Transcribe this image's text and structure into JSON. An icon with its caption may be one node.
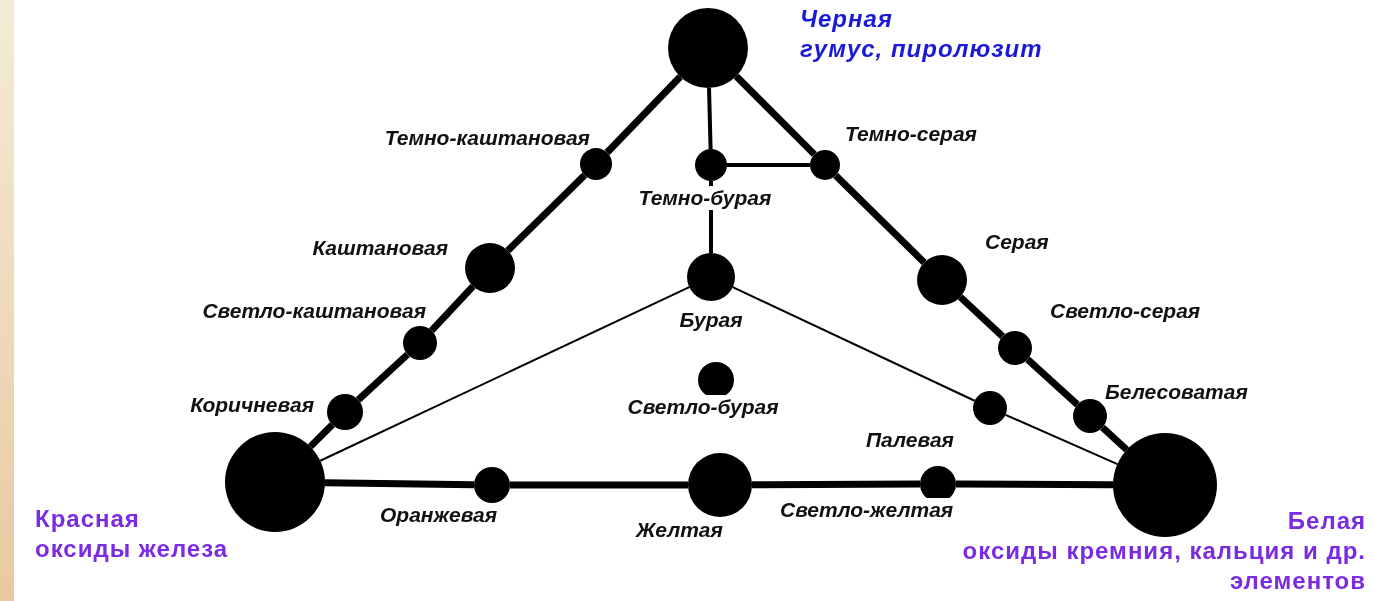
{
  "diagram": {
    "nodes": [
      {
        "text": [],
        "shape": "circle",
        "beside": [
          "Черная",
          "гумус, пиролюзит"
        ]
      },
      {
        "text": [],
        "shape": "circle",
        "beside": [
          "Темно-каштановая"
        ]
      },
      {
        "text": [],
        "shape": "circle",
        "beside": [
          "Темно-бурая"
        ]
      },
      {
        "text": [],
        "shape": "circle",
        "beside": [
          "Темно-серая"
        ]
      },
      {
        "text": [],
        "shape": "circle",
        "beside": [
          "Каштановая"
        ]
      },
      {
        "text": [],
        "shape": "circle",
        "beside": [
          "Бурая"
        ]
      },
      {
        "text": [],
        "shape": "circle",
        "beside": [
          "Серая"
        ]
      },
      {
        "text": [],
        "shape": "circle",
        "beside": [
          "Светло-каштановая"
        ]
      },
      {
        "text": [],
        "shape": "circle",
        "beside": [
          "Светло-серая"
        ]
      },
      {
        "text": [],
        "shape": "circle",
        "beside": [
          "Светло-бурая"
        ]
      },
      {
        "text": [],
        "shape": "circle",
        "beside": [
          "Коричневая"
        ]
      },
      {
        "text": [],
        "shape": "circle",
        "beside": [
          "Палевая"
        ]
      },
      {
        "text": [],
        "shape": "circle",
        "beside": [
          "Белесоватая"
        ]
      },
      {
        "text": [],
        "shape": "circle",
        "beside": [
          "Красная",
          "оксиды железа"
        ]
      },
      {
        "text": [],
        "shape": "circle",
        "beside": [
          "Оранжевая"
        ]
      },
      {
        "text": [],
        "shape": "circle",
        "beside": [
          "Желтая"
        ]
      },
      {
        "text": [],
        "shape": "circle",
        "beside": [
          "Светло-желтая"
        ]
      },
      {
        "text": [],
        "shape": "circle",
        "beside": [
          "Белая",
          "оксиды кремния, кальция и др. элементов"
        ]
      }
    ],
    "edges": [
      {
        "from": 0,
        "to": 1,
        "arrow": "none"
      },
      {
        "from": 1,
        "to": 4,
        "arrow": "none"
      },
      {
        "from": 4,
        "to": 7,
        "arrow": "none"
      },
      {
        "from": 7,
        "to": 10,
        "arrow": "none"
      },
      {
        "from": 10,
        "to": 13,
        "arrow": "none"
      },
      {
        "from": 0,
        "to": 3,
        "arrow": "none"
      },
      {
        "from": 3,
        "to": 6,
        "arrow": "none"
      },
      {
        "from": 6,
        "to": 8,
        "arrow": "none"
      },
      {
        "from": 8,
        "to": 12,
        "arrow": "none"
      },
      {
        "from": 12,
        "to": 17,
        "arrow": "none"
      },
      {
        "from": 13,
        "to": 14,
        "arrow": "none"
      },
      {
        "from": 14,
        "to": 15,
        "arrow": "none"
      },
      {
        "from": 15,
        "to": 16,
        "arrow": "none"
      },
      {
        "from": 16,
        "to": 17,
        "arrow": "none"
      },
      {
        "from": 0,
        "to": 2,
        "arrow": "none"
      },
      {
        "from": 2,
        "to": 5,
        "arrow": "none"
      },
      {
        "from": 2,
        "to": 3,
        "arrow": "none"
      },
      {
        "from": 5,
        "to": 13,
        "arrow": "none"
      },
      {
        "from": 5,
        "to": 11,
        "arrow": "none"
      },
      {
        "from": 11,
        "to": 17,
        "arrow": "none"
      }
    ]
  }
}
